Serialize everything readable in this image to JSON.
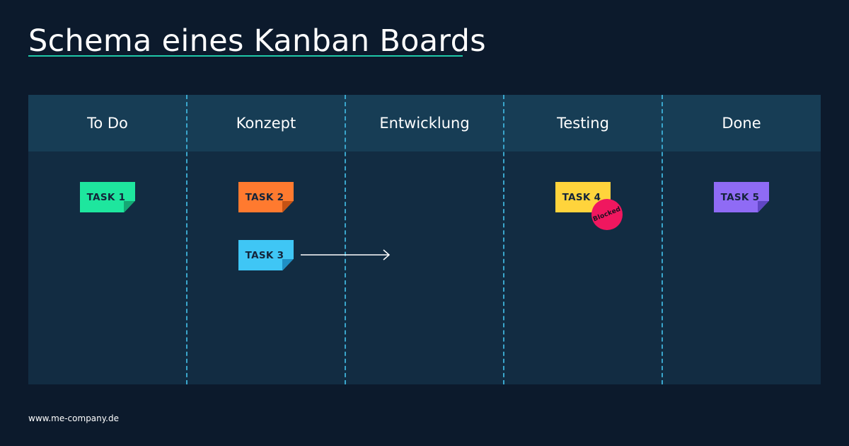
{
  "title": "Schema eines Kanban Boards",
  "columns": [
    {
      "label": "To Do"
    },
    {
      "label": "Konzept"
    },
    {
      "label": "Entwicklung"
    },
    {
      "label": "Testing"
    },
    {
      "label": "Done"
    }
  ],
  "tasks": [
    {
      "label": "TASK 1",
      "column": "To Do",
      "color": "#1ee69e",
      "fold_color": "#15a874"
    },
    {
      "label": "TASK 2",
      "column": "Konzept",
      "color": "#ff7a2f",
      "fold_color": "#c45214"
    },
    {
      "label": "TASK 3",
      "column": "Konzept",
      "color": "#3fc6f5",
      "fold_color": "#1f8fc4"
    },
    {
      "label": "TASK 4",
      "column": "Testing",
      "color": "#ffd43c",
      "fold_color": "#c9a20f"
    },
    {
      "label": "TASK 5",
      "column": "Done",
      "color": "#8f6bf5",
      "fold_color": "#6046c4"
    }
  ],
  "blocked_badge": {
    "label": "Blocked",
    "task": "TASK 4",
    "color": "#f0175f"
  },
  "move_arrow": {
    "from": "Konzept",
    "to": "Entwicklung",
    "task": "TASK 3"
  },
  "colors": {
    "background": "#0c1a2c",
    "board": "#122c42",
    "header": "#173d55",
    "divider": "#3aa6cc",
    "title_underline": "#1fc8a8"
  },
  "footer": "www.me-company.de"
}
